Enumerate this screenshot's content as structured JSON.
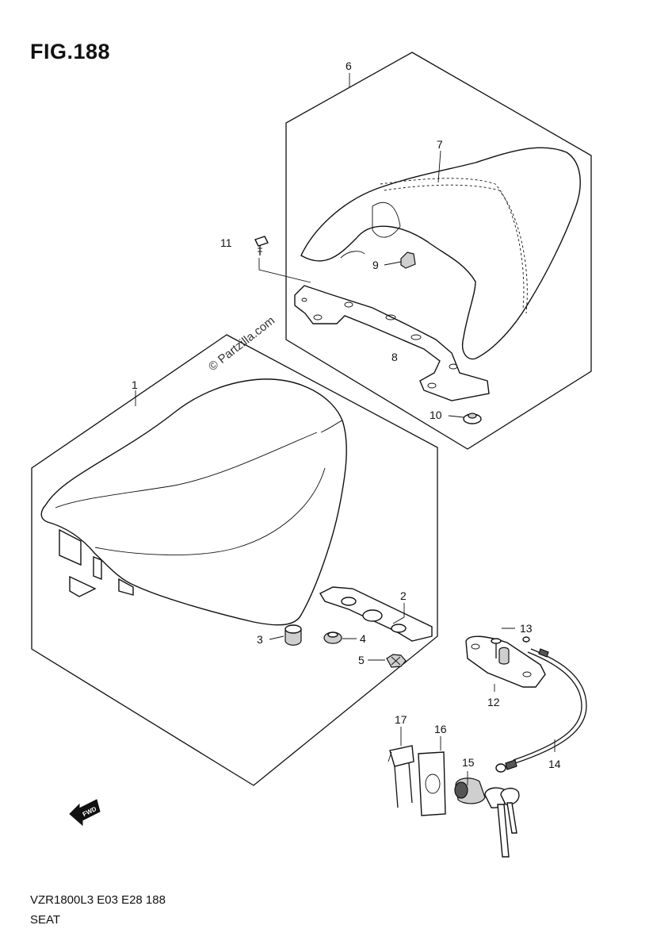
{
  "header": {
    "figure": "FIG.188"
  },
  "footer": {
    "model": "VZR1800L3  E03  E28  188",
    "section": "SEAT"
  },
  "watermark": "© Partzilla.com",
  "direction_label": "FWD",
  "icons": {
    "direction": "fwd-arrow-icon"
  },
  "callouts": {
    "c1": "1",
    "c2": "2",
    "c3": "3",
    "c4": "4",
    "c5": "5",
    "c6": "6",
    "c7": "7",
    "c8": "8",
    "c9": "9",
    "c10": "10",
    "c11": "11",
    "c12": "12",
    "c13": "13",
    "c14": "14",
    "c15": "15",
    "c16": "16",
    "c17": "17"
  }
}
